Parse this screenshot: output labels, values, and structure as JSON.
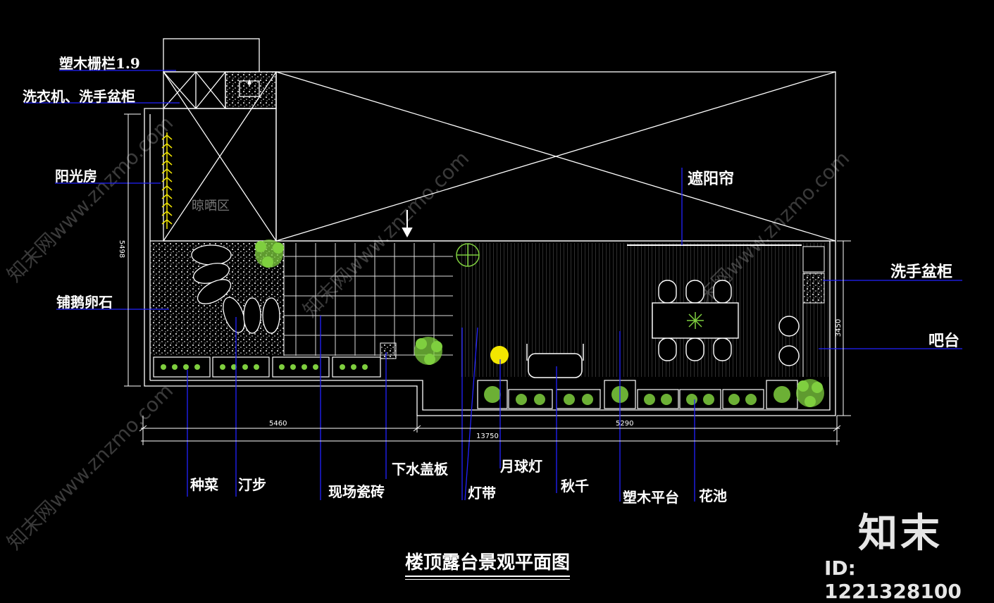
{
  "title": "楼顶露台景观平面图",
  "zone_label": "晾晒区",
  "labels": {
    "fence": "塑木栅栏1.9",
    "washer": "洗衣机、洗手盆柜",
    "sunroom": "阳光房",
    "pebbles": "铺鹅卵石",
    "awning": "遮阳帘",
    "sink_cabinet": "洗手盆柜",
    "bar": "吧台",
    "vegetables": "种菜",
    "stepping": "汀步",
    "tiles": "现场瓷砖",
    "drain_cover": "下水盖板",
    "light_strip": "灯带",
    "moon_lamp": "月球灯",
    "swing": "秋千",
    "wood_deck": "塑木平台",
    "planter": "花池"
  },
  "dimensions": {
    "left_width": "5460",
    "right_width": "5290",
    "total_width": "13750",
    "left_height": "5498",
    "right_height": "3450"
  },
  "brand": {
    "name": "知末",
    "id": "ID: 1221328100"
  },
  "watermark": "知末网www.znzmo.com",
  "colors": {
    "background": "#000000",
    "linework": "#ffffff",
    "leader": "#2222ff",
    "plants": "#7fcf3f",
    "lamp": "#f2e600"
  }
}
